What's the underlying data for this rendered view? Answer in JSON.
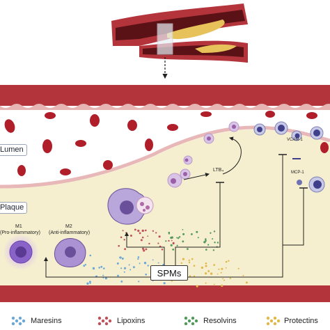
{
  "labels": {
    "lumen": "Lumen",
    "plaque": "Plaque",
    "m1_title": "M1",
    "m1_sub": "(Pro-inflammatory)",
    "m2_title": "M2",
    "m2_sub": "(Anti-inflammatory)",
    "ltb4": "LTB₄",
    "vcam": "VCAM-1",
    "mcp": "MCP-1",
    "spms": "SPMs"
  },
  "legend": [
    {
      "label": "Maresins",
      "color": "#6aa8d8"
    },
    {
      "label": "Lipoxins",
      "color": "#c0505a"
    },
    {
      "label": "Resolvins",
      "color": "#4f9a5a"
    },
    {
      "label": "Protectins",
      "color": "#e0b84a"
    }
  ],
  "colors": {
    "vessel_wall": "#b3343a",
    "lumen": "#ffffff",
    "plaque": "#f6efcf",
    "rbc": "#b01e2a",
    "monocyte": "#6d6aa8",
    "macrophage": "#8a6fb5"
  }
}
